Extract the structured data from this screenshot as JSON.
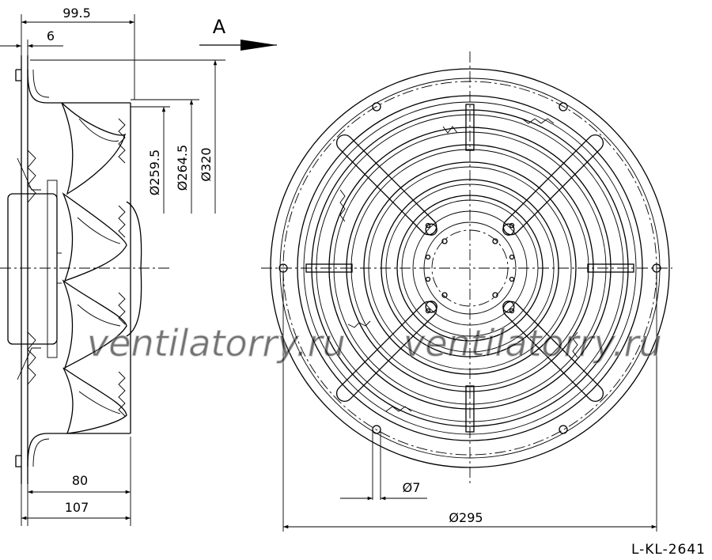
{
  "watermark": "ventilatorry.ru",
  "view_label": "A",
  "drawing_code": "L-KL-2641",
  "dimensions": {
    "overall_depth": "99.5",
    "flange": "6",
    "dia_259": "Ø259.5",
    "dia_264": "Ø264.5",
    "dia_320": "Ø320",
    "depth_80": "80",
    "depth_107": "107",
    "hole": "Ø7",
    "bolt_circle": "Ø295"
  },
  "colors": {
    "line": "#000000",
    "watermark": "#b8b8b8",
    "background": "#ffffff"
  }
}
